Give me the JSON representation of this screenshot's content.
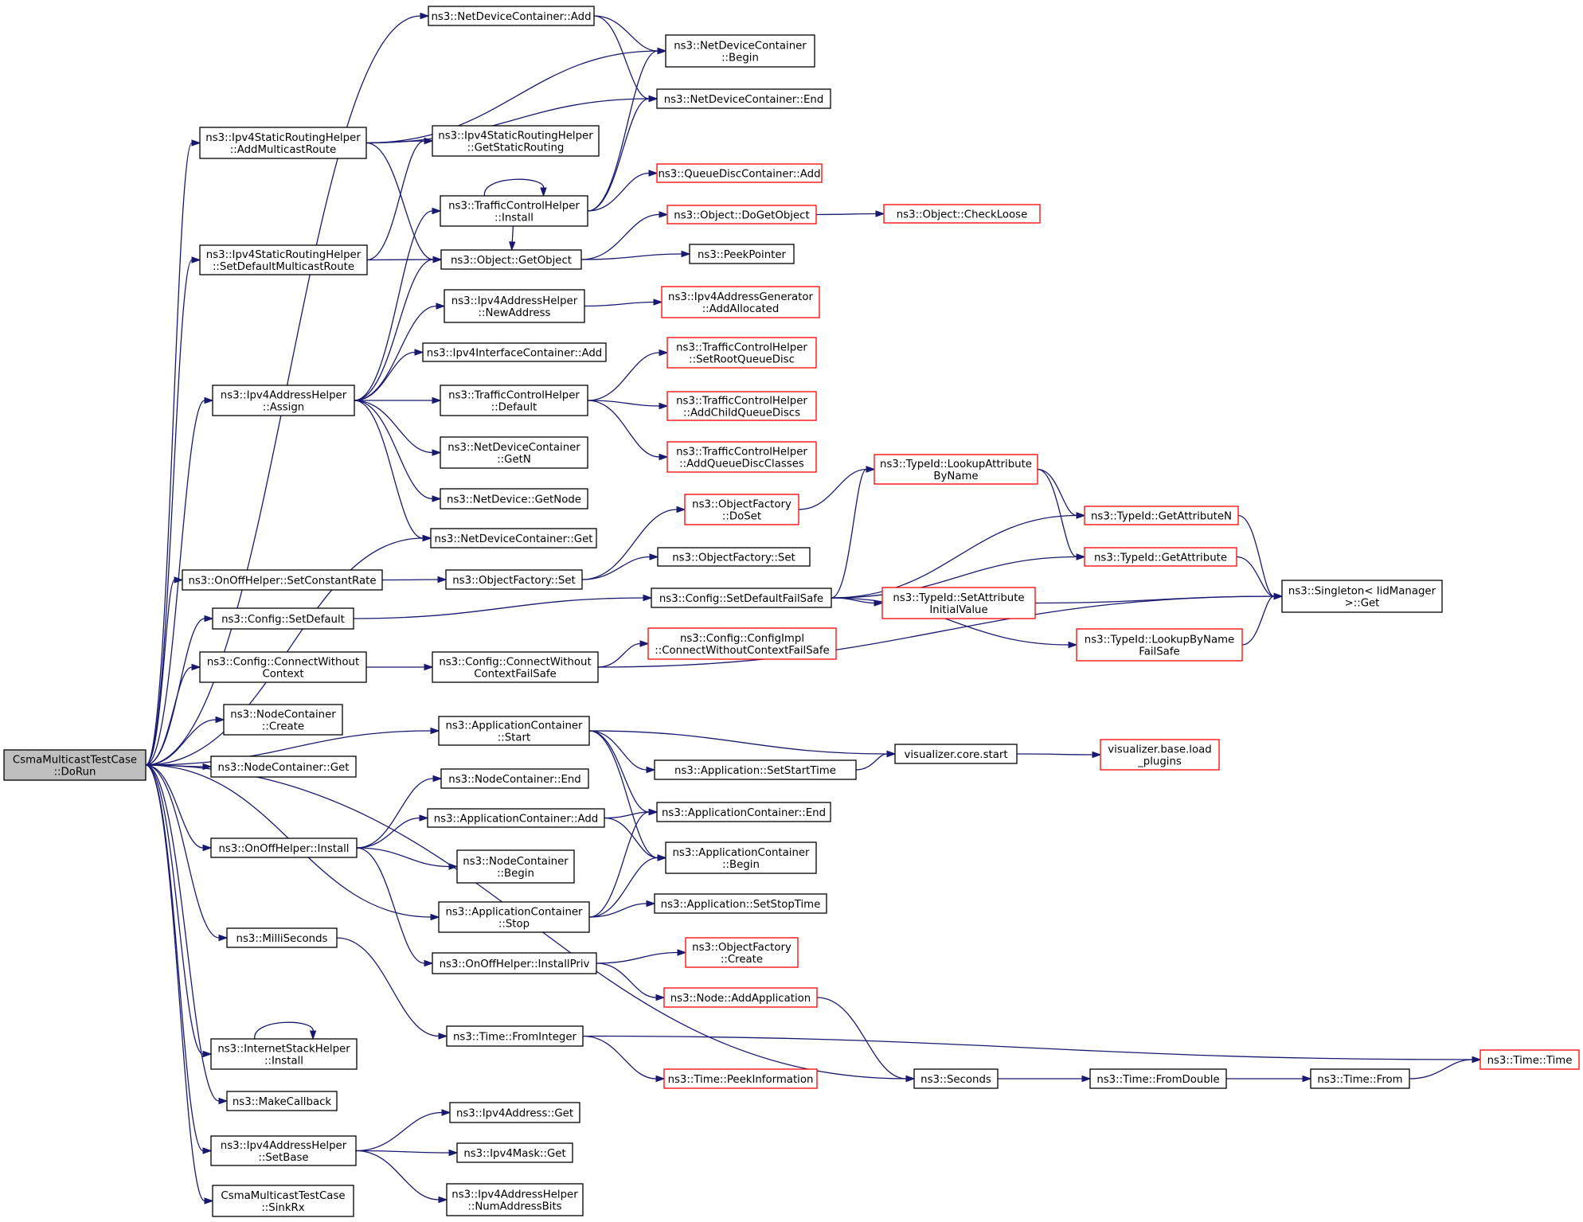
{
  "colors": {
    "edge": "#191970",
    "node_border": "#000000",
    "external_border": "#ff0000",
    "root_fill": "#bfbfbf"
  },
  "nodes": {
    "root": [
      "CsmaMulticastTestCase",
      "::DoRun"
    ],
    "ndc_add": [
      "ns3::NetDeviceContainer::Add"
    ],
    "ndc_begin": [
      "ns3::NetDeviceContainer",
      "::Begin"
    ],
    "ndc_end": [
      "ns3::NetDeviceContainer::End"
    ],
    "isrh_addmr": [
      "ns3::Ipv4StaticRoutingHelper",
      "::AddMulticastRoute"
    ],
    "isrh_getsr": [
      "ns3::Ipv4StaticRoutingHelper",
      "::GetStaticRouting"
    ],
    "qdc_add": [
      "ns3::QueueDiscContainer::Add"
    ],
    "tch_install": [
      "ns3::TrafficControlHelper",
      "::Install"
    ],
    "obj_dogetobject": [
      "ns3::Object::DoGetObject"
    ],
    "obj_checkloose": [
      "ns3::Object::CheckLoose"
    ],
    "isrh_setdmr": [
      "ns3::Ipv4StaticRoutingHelper",
      "::SetDefaultMulticastRoute"
    ],
    "obj_getobject": [
      "ns3::Object::GetObject"
    ],
    "peekpointer": [
      "ns3::PeekPointer"
    ],
    "iah_newaddr": [
      "ns3::Ipv4AddressHelper",
      "::NewAddress"
    ],
    "iag_addalloc": [
      "ns3::Ipv4AddressGenerator",
      "::AddAllocated"
    ],
    "iic_add": [
      "ns3::Ipv4InterfaceContainer::Add"
    ],
    "tch_setroot": [
      "ns3::TrafficControlHelper",
      "::SetRootQueueDisc"
    ],
    "iah_assign": [
      "ns3::Ipv4AddressHelper",
      "::Assign"
    ],
    "tch_default": [
      "ns3::TrafficControlHelper",
      "::Default"
    ],
    "tch_addchild": [
      "ns3::TrafficControlHelper",
      "::AddChildQueueDiscs"
    ],
    "ndc_getn": [
      "ns3::NetDeviceContainer",
      "::GetN"
    ],
    "tch_addclasses": [
      "ns3::TrafficControlHelper",
      "::AddQueueDiscClasses"
    ],
    "tid_lookupattr": [
      "ns3::TypeId::LookupAttribute",
      "ByName"
    ],
    "nd_getnode": [
      "ns3::NetDevice::GetNode"
    ],
    "of_doset": [
      "ns3::ObjectFactory",
      "::DoSet"
    ],
    "tid_getattrn": [
      "ns3::TypeId::GetAttributeN"
    ],
    "ndc_get": [
      "ns3::NetDeviceContainer::Get"
    ],
    "of_set2": [
      "ns3::ObjectFactory::Set"
    ],
    "tid_getattr": [
      "ns3::TypeId::GetAttribute"
    ],
    "onoff_setrate": [
      "ns3::OnOffHelper::SetConstantRate"
    ],
    "of_set1": [
      "ns3::ObjectFactory::Set"
    ],
    "singleton_get": [
      "ns3::Singleton< IidManager",
      ">::Get"
    ],
    "cfg_setdefaultfs": [
      "ns3::Config::SetDefaultFailSafe"
    ],
    "cfg_setdefault": [
      "ns3::Config::SetDefault"
    ],
    "tid_setattrinit": [
      "ns3::TypeId::SetAttribute",
      "InitialValue"
    ],
    "tid_lookupbyname": [
      "ns3::TypeId::LookupByName",
      "FailSafe"
    ],
    "cfgimpl_connect": [
      "ns3::Config::ConfigImpl",
      "::ConnectWithoutContextFailSafe"
    ],
    "cfg_connect": [
      "ns3::Config::ConnectWithout",
      "Context"
    ],
    "cfg_connectfs": [
      "ns3::Config::ConnectWithout",
      "ContextFailSafe"
    ],
    "nc_create": [
      "ns3::NodeContainer",
      "::Create"
    ],
    "appc_start": [
      "ns3::ApplicationContainer",
      "::Start"
    ],
    "vis_start": [
      "visualizer.core.start"
    ],
    "vis_load": [
      "visualizer.base.load",
      "_plugins"
    ],
    "nc_get": [
      "ns3::NodeContainer::Get"
    ],
    "app_setstart": [
      "ns3::Application::SetStartTime"
    ],
    "nc_end": [
      "ns3::NodeContainer::End"
    ],
    "appc_add": [
      "ns3::ApplicationContainer::Add"
    ],
    "appc_end": [
      "ns3::ApplicationContainer::End"
    ],
    "onoff_install": [
      "ns3::OnOffHelper::Install"
    ],
    "appc_begin": [
      "ns3::ApplicationContainer",
      "::Begin"
    ],
    "nc_begin": [
      "ns3::NodeContainer",
      "::Begin"
    ],
    "appc_stop": [
      "ns3::ApplicationContainer",
      "::Stop"
    ],
    "app_setstop": [
      "ns3::Application::SetStopTime"
    ],
    "millis": [
      "ns3::MilliSeconds"
    ],
    "of_create": [
      "ns3::ObjectFactory",
      "::Create"
    ],
    "onoff_installpriv": [
      "ns3::OnOffHelper::InstallPriv"
    ],
    "node_addapp": [
      "ns3::Node::AddApplication"
    ],
    "time_fromint": [
      "ns3::Time::FromInteger"
    ],
    "ish_install": [
      "ns3::InternetStackHelper",
      "::Install"
    ],
    "time_time": [
      "ns3::Time::Time"
    ],
    "time_peekinfo": [
      "ns3::Time::PeekInformation"
    ],
    "seconds": [
      "ns3::Seconds"
    ],
    "time_fromdouble": [
      "ns3::Time::FromDouble"
    ],
    "time_from": [
      "ns3::Time::From"
    ],
    "makecallback": [
      "ns3::MakeCallback"
    ],
    "ipv4addr_get": [
      "ns3::Ipv4Address::Get"
    ],
    "iah_setbase": [
      "ns3::Ipv4AddressHelper",
      "::SetBase"
    ],
    "ipv4mask_get": [
      "ns3::Ipv4Mask::Get"
    ],
    "iah_numaddrbits": [
      "ns3::Ipv4AddressHelper",
      "::NumAddressBits"
    ],
    "cmtc_sinkrx": [
      "CsmaMulticastTestCase",
      "::SinkRx"
    ]
  },
  "edges": [
    [
      "root",
      "ndc_add"
    ],
    [
      "root",
      "isrh_addmr"
    ],
    [
      "root",
      "isrh_setdmr"
    ],
    [
      "root",
      "iah_assign"
    ],
    [
      "root",
      "ndc_get"
    ],
    [
      "root",
      "onoff_setrate"
    ],
    [
      "root",
      "cfg_setdefault"
    ],
    [
      "root",
      "cfg_connect"
    ],
    [
      "root",
      "nc_create"
    ],
    [
      "root",
      "nc_get"
    ],
    [
      "root",
      "appc_start"
    ],
    [
      "root",
      "onoff_install"
    ],
    [
      "root",
      "appc_stop"
    ],
    [
      "root",
      "millis"
    ],
    [
      "root",
      "seconds"
    ],
    [
      "root",
      "ish_install"
    ],
    [
      "root",
      "makecallback"
    ],
    [
      "root",
      "iah_setbase"
    ],
    [
      "root",
      "cmtc_sinkrx"
    ],
    [
      "ndc_add",
      "ndc_begin"
    ],
    [
      "ndc_add",
      "ndc_end"
    ],
    [
      "isrh_addmr",
      "ndc_begin"
    ],
    [
      "isrh_addmr",
      "ndc_end"
    ],
    [
      "isrh_addmr",
      "isrh_getsr"
    ],
    [
      "isrh_addmr",
      "obj_getobject"
    ],
    [
      "tch_install",
      "tch_install"
    ],
    [
      "tch_install",
      "ndc_begin"
    ],
    [
      "tch_install",
      "ndc_end"
    ],
    [
      "tch_install",
      "qdc_add"
    ],
    [
      "tch_install",
      "obj_getobject"
    ],
    [
      "isrh_setdmr",
      "isrh_getsr"
    ],
    [
      "isrh_setdmr",
      "obj_getobject"
    ],
    [
      "obj_getobject",
      "obj_dogetobject"
    ],
    [
      "obj_getobject",
      "peekpointer"
    ],
    [
      "obj_dogetobject",
      "obj_checkloose"
    ],
    [
      "iah_assign",
      "tch_install"
    ],
    [
      "iah_assign",
      "obj_getobject"
    ],
    [
      "iah_assign",
      "iah_newaddr"
    ],
    [
      "iah_assign",
      "iic_add"
    ],
    [
      "iah_assign",
      "tch_default"
    ],
    [
      "iah_assign",
      "ndc_getn"
    ],
    [
      "iah_assign",
      "nd_getnode"
    ],
    [
      "iah_assign",
      "ndc_get"
    ],
    [
      "iah_newaddr",
      "iag_addalloc"
    ],
    [
      "tch_default",
      "tch_setroot"
    ],
    [
      "tch_default",
      "tch_addchild"
    ],
    [
      "tch_default",
      "tch_addclasses"
    ],
    [
      "onoff_setrate",
      "of_set1"
    ],
    [
      "of_set1",
      "of_doset"
    ],
    [
      "of_set1",
      "of_set2"
    ],
    [
      "of_doset",
      "tid_lookupattr"
    ],
    [
      "tid_lookupattr",
      "tid_getattrn"
    ],
    [
      "tid_lookupattr",
      "tid_getattr"
    ],
    [
      "tid_getattrn",
      "singleton_get"
    ],
    [
      "tid_getattr",
      "singleton_get"
    ],
    [
      "cfg_setdefault",
      "cfg_setdefaultfs"
    ],
    [
      "cfg_setdefaultfs",
      "tid_lookupattr"
    ],
    [
      "cfg_setdefaultfs",
      "tid_getattrn"
    ],
    [
      "cfg_setdefaultfs",
      "tid_getattr"
    ],
    [
      "cfg_setdefaultfs",
      "tid_setattrinit"
    ],
    [
      "cfg_setdefaultfs",
      "tid_lookupbyname"
    ],
    [
      "tid_setattrinit",
      "singleton_get"
    ],
    [
      "tid_lookupbyname",
      "singleton_get"
    ],
    [
      "cfg_connect",
      "cfg_connectfs"
    ],
    [
      "cfg_connectfs",
      "cfgimpl_connect"
    ],
    [
      "cfg_connectfs",
      "singleton_get"
    ],
    [
      "appc_start",
      "vis_start"
    ],
    [
      "appc_start",
      "app_setstart"
    ],
    [
      "appc_start",
      "appc_end"
    ],
    [
      "appc_start",
      "appc_begin"
    ],
    [
      "app_setstart",
      "vis_start"
    ],
    [
      "vis_start",
      "vis_load"
    ],
    [
      "onoff_install",
      "nc_end"
    ],
    [
      "onoff_install",
      "appc_add"
    ],
    [
      "onoff_install",
      "nc_begin"
    ],
    [
      "onoff_install",
      "onoff_installpriv"
    ],
    [
      "appc_add",
      "appc_end"
    ],
    [
      "appc_add",
      "appc_begin"
    ],
    [
      "appc_stop",
      "appc_end"
    ],
    [
      "appc_stop",
      "appc_begin"
    ],
    [
      "appc_stop",
      "app_setstop"
    ],
    [
      "onoff_installpriv",
      "of_create"
    ],
    [
      "onoff_installpriv",
      "node_addapp"
    ],
    [
      "node_addapp",
      "seconds"
    ],
    [
      "millis",
      "time_fromint"
    ],
    [
      "time_fromint",
      "time_time"
    ],
    [
      "time_fromint",
      "time_peekinfo"
    ],
    [
      "seconds",
      "time_fromdouble"
    ],
    [
      "time_fromdouble",
      "time_from"
    ],
    [
      "time_from",
      "time_time"
    ],
    [
      "ish_install",
      "ish_install"
    ],
    [
      "iah_setbase",
      "ipv4addr_get"
    ],
    [
      "iah_setbase",
      "ipv4mask_get"
    ],
    [
      "iah_setbase",
      "iah_numaddrbits"
    ]
  ]
}
